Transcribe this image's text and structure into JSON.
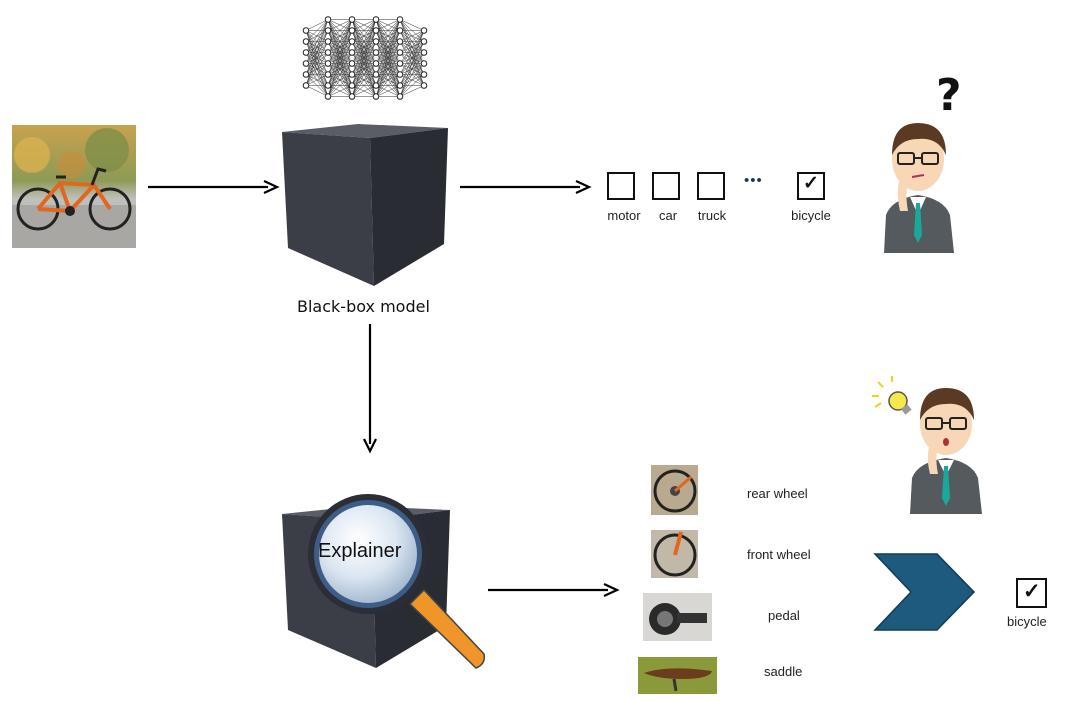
{
  "input": {
    "image": "bicycle-photo"
  },
  "model": {
    "label": "Black-box model",
    "icon": "neural-network-icon"
  },
  "classes": [
    {
      "label": "motor",
      "checked": false
    },
    {
      "label": "car",
      "checked": false
    },
    {
      "label": "truck",
      "checked": false
    },
    {
      "label": "bicycle",
      "checked": true
    }
  ],
  "ellipsis": "•••",
  "question_mark": "?",
  "explainer": {
    "label": "Explainer"
  },
  "parts": [
    {
      "label": "rear wheel"
    },
    {
      "label": "front wheel"
    },
    {
      "label": "pedal"
    },
    {
      "label": "saddle"
    }
  ],
  "result": {
    "label": "bicycle",
    "checked": true,
    "check_glyph": "✓"
  },
  "colors": {
    "cube": "#3a3d45",
    "chevron": "#1d5a7e",
    "tie": "#1aa89a",
    "suit": "#555a5f",
    "bulb": "#f6e84a",
    "magnifier_handle": "#f0952a"
  }
}
